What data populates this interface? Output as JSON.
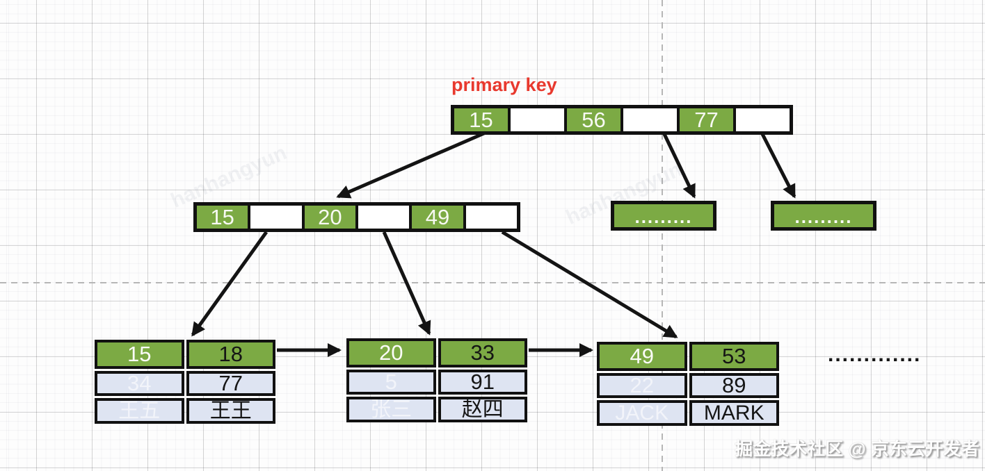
{
  "label_primary_key": "primary key",
  "root_node": {
    "cells": [
      "15",
      "",
      "56",
      "",
      "77",
      ""
    ]
  },
  "internal_node": {
    "cells": [
      "15",
      "",
      "20",
      "",
      "49",
      ""
    ]
  },
  "overflow_nodes": {
    "left_dots": ".........",
    "right_dots": "........."
  },
  "leaf_tables": [
    {
      "rows": [
        [
          "15",
          "18"
        ],
        [
          "34",
          "77"
        ],
        [
          "王五",
          "王王"
        ]
      ]
    },
    {
      "rows": [
        [
          "20",
          "33"
        ],
        [
          "5",
          "91"
        ],
        [
          "张三",
          "赵四"
        ]
      ]
    },
    {
      "rows": [
        [
          "49",
          "53"
        ],
        [
          "22",
          "89"
        ],
        [
          "JACK",
          "MARK"
        ]
      ]
    }
  ],
  "more_dots": ".............",
  "watermark_diagonal": "hanhangyun",
  "credit": "掘金技术社区 @ 京东云开发者",
  "colors": {
    "node_green": "#7caa44",
    "row_lavender": "#dee4f2",
    "label_red": "#e8392e",
    "line_black": "#141414",
    "dash_gray": "#b6b6b6"
  }
}
